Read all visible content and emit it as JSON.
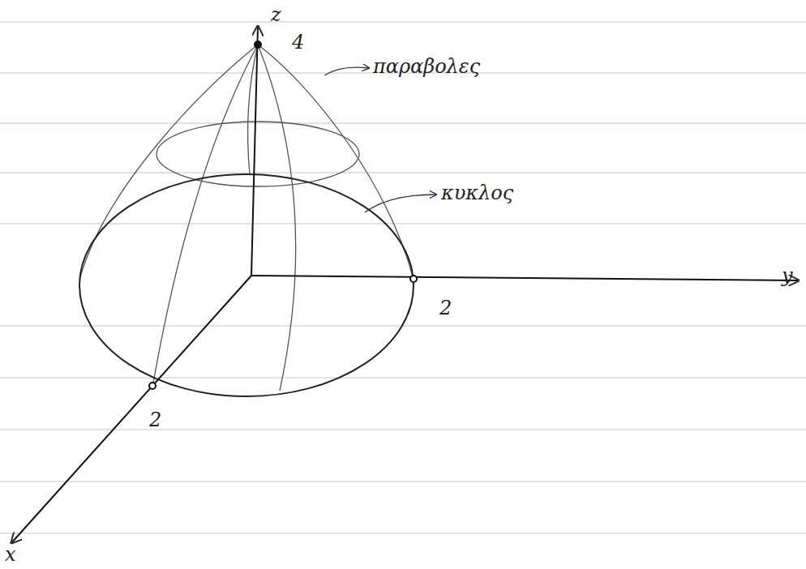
{
  "diagram": {
    "labels": [
      "z",
      "4",
      "παραβολες",
      "κυκλος",
      "y",
      "2",
      "2",
      "x"
    ]
  }
}
